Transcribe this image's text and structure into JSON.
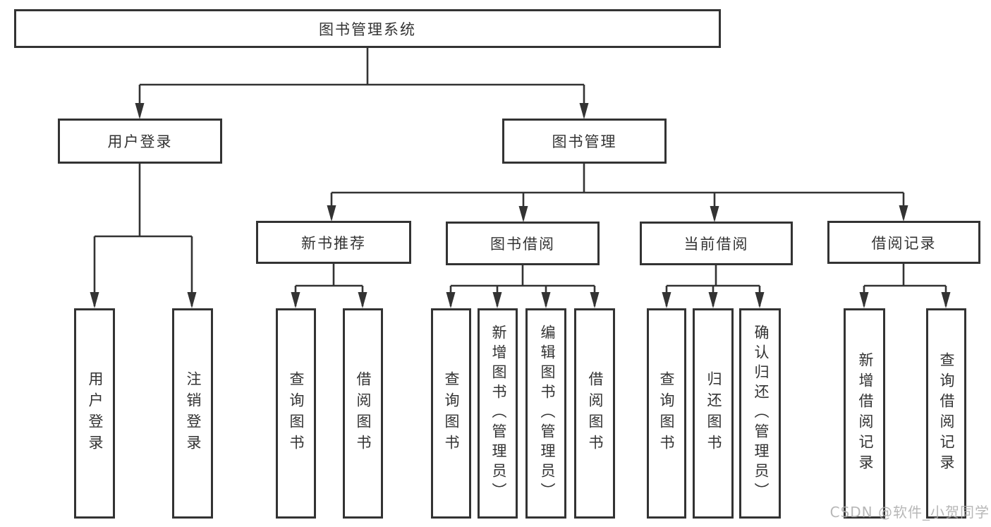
{
  "diagram": {
    "type": "hierarchy-tree",
    "tree": {
      "root": {
        "label": "图书管理系统"
      },
      "branches": [
        {
          "label": "用户登录",
          "children": [
            {
              "label": "用户登录"
            },
            {
              "label": "注销登录"
            }
          ]
        },
        {
          "label": "图书管理",
          "children": [
            {
              "label": "新书推荐",
              "children": [
                {
                  "label": "查询图书"
                },
                {
                  "label": "借阅图书"
                }
              ]
            },
            {
              "label": "图书借阅",
              "children": [
                {
                  "label": "查询图书"
                },
                {
                  "label": "新增图书（管理员）"
                },
                {
                  "label": "编辑图书（管理员）"
                },
                {
                  "label": "借阅图书"
                }
              ]
            },
            {
              "label": "当前借阅",
              "children": [
                {
                  "label": "查询图书"
                },
                {
                  "label": "归还图书"
                },
                {
                  "label": "确认归还（管理员）"
                }
              ]
            },
            {
              "label": "借阅记录",
              "children": [
                {
                  "label": "新增借阅记录"
                },
                {
                  "label": "查询借阅记录"
                }
              ]
            }
          ]
        }
      ]
    },
    "colors": {
      "line": "#333333",
      "text": "#333333",
      "background": "#ffffff",
      "watermark": "#ababab"
    }
  },
  "watermark": {
    "text": "CSDN @软件_小贺同学"
  }
}
